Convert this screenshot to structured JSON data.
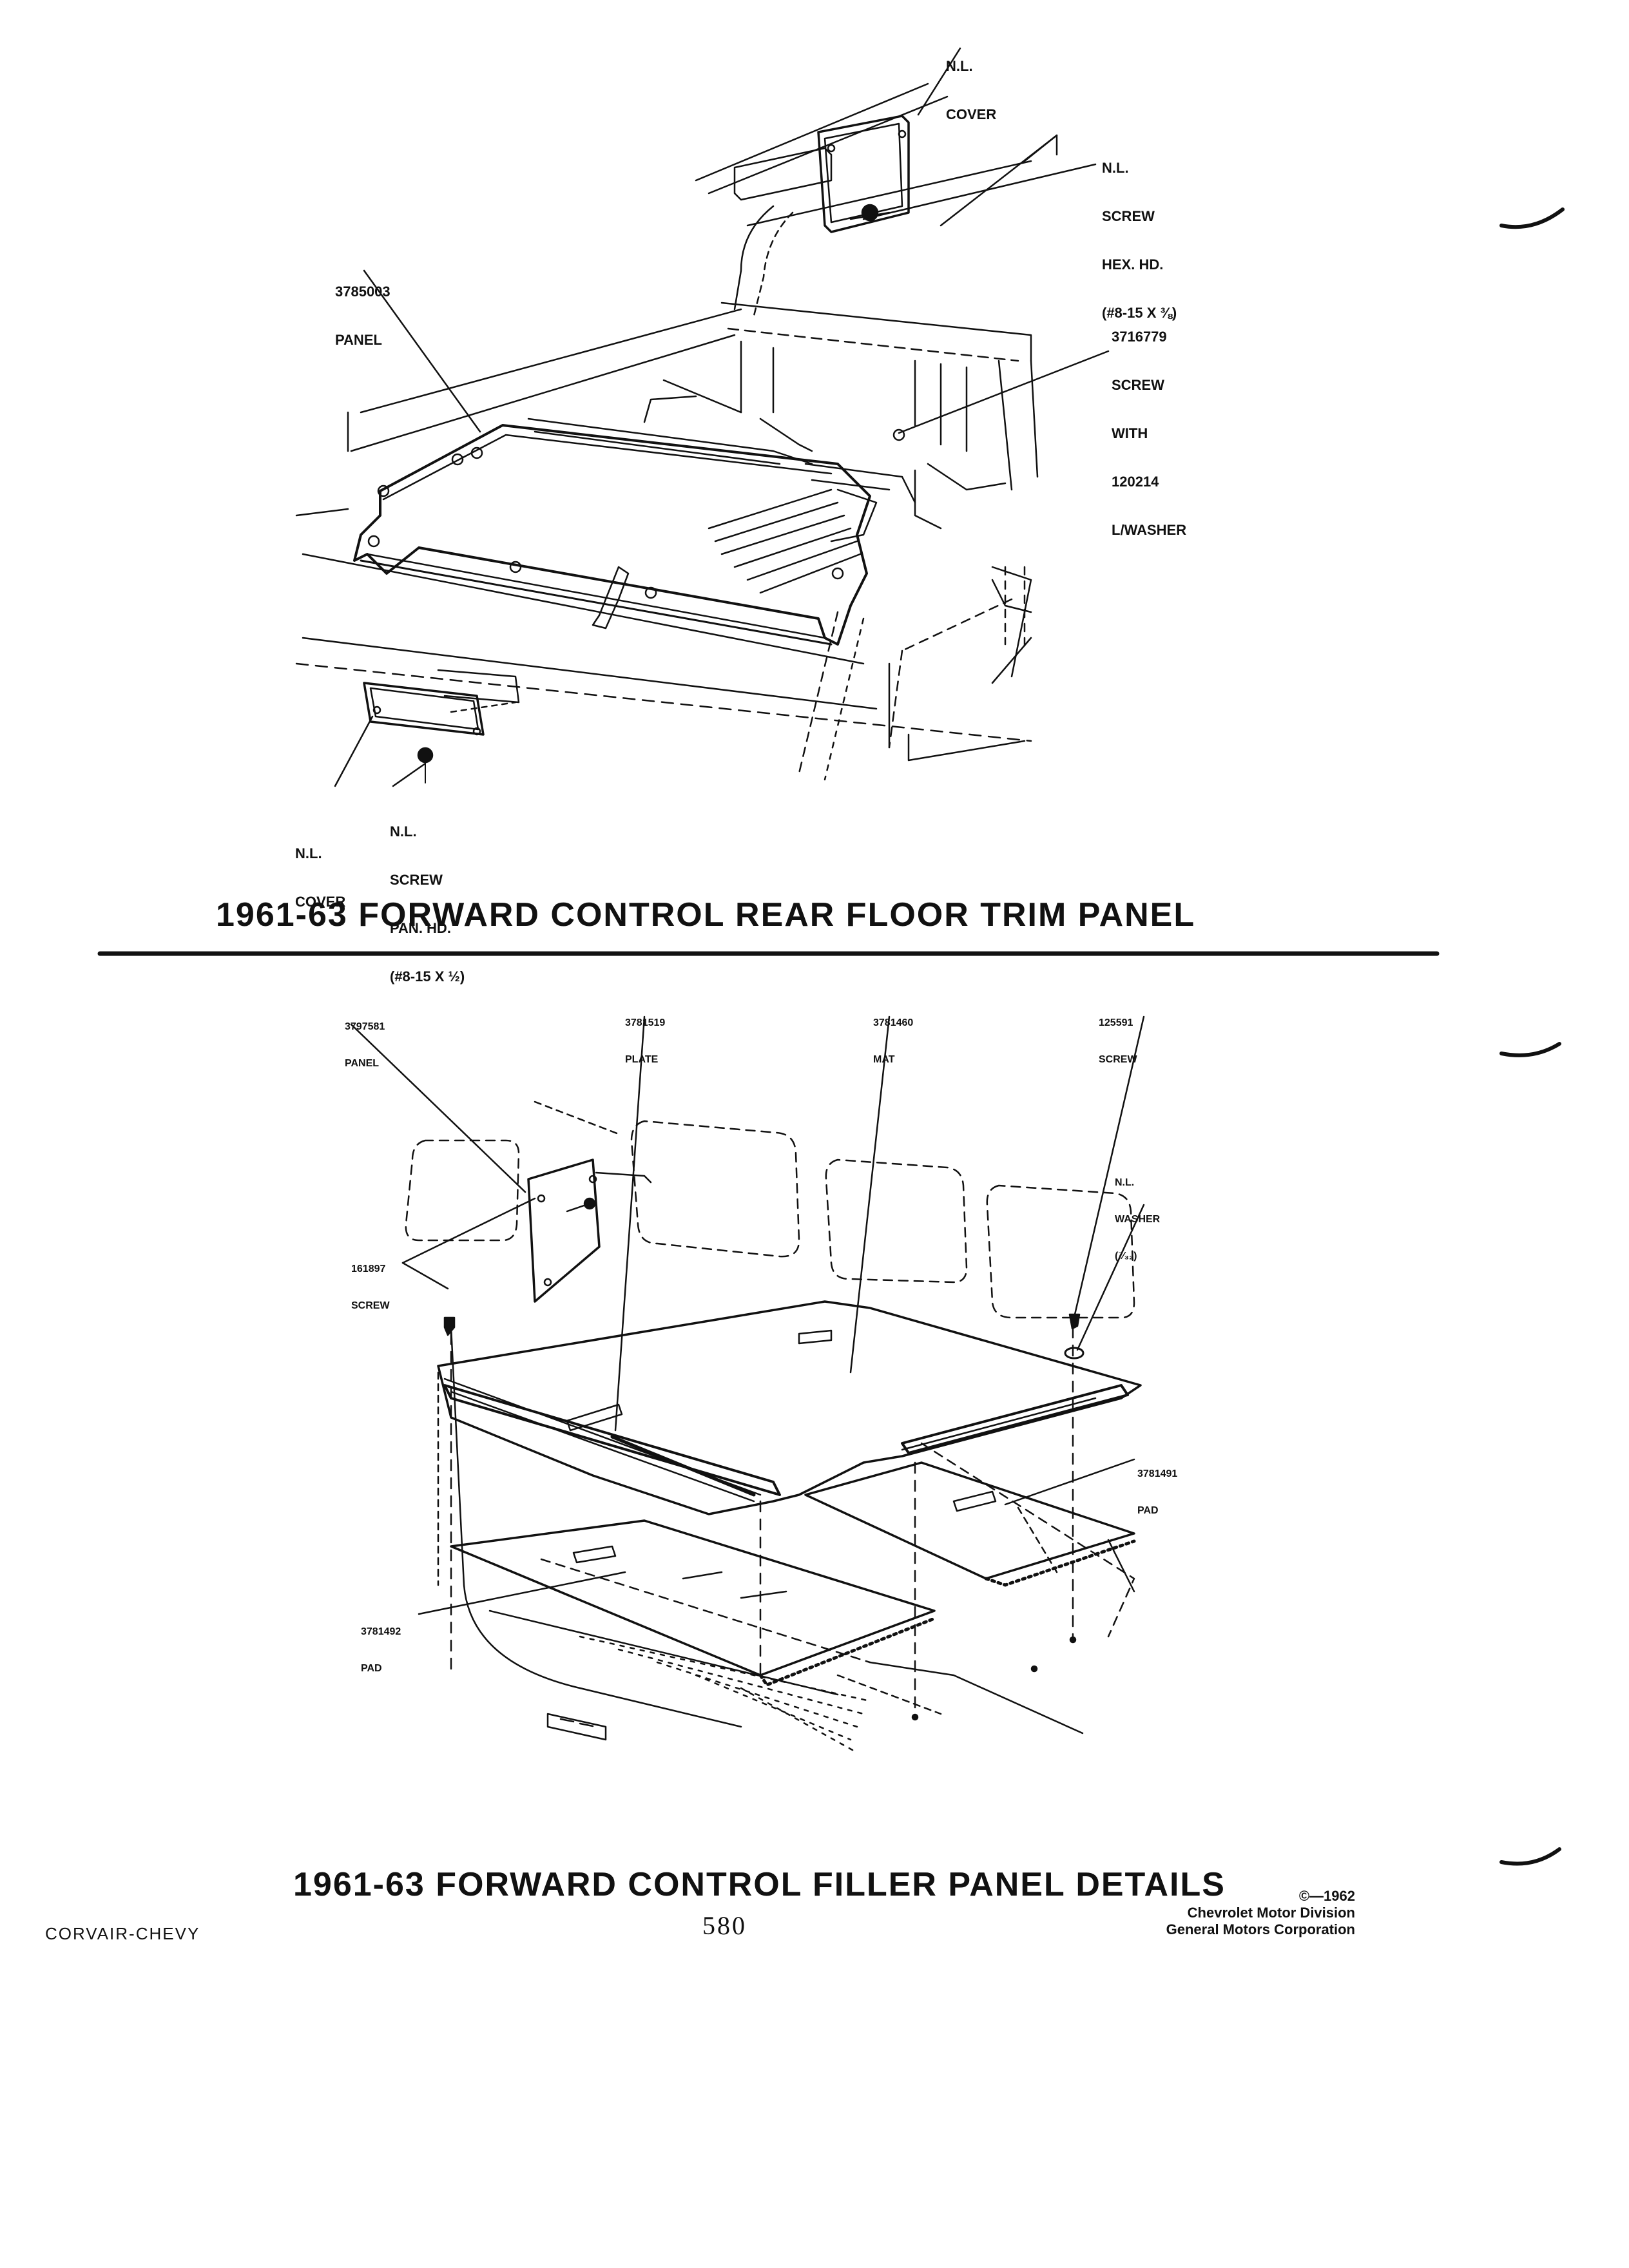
{
  "top_diagram": {
    "title": "1961-63 FORWARD CONTROL REAR FLOOR TRIM PANEL",
    "callouts": {
      "nl_cover_top": [
        "N.L.",
        "COVER"
      ],
      "nl_screw_hex": [
        "N.L.",
        "SCREW",
        "HEX. HD.",
        "(#8-15 x ⅜)"
      ],
      "panel_3785003": [
        "3785003",
        "PANEL"
      ],
      "screw_3716779": [
        "3716779",
        "SCREW",
        "WITH",
        "120214",
        "L/WASHER"
      ],
      "nl_cover_bottom": [
        "N.L.",
        "COVER"
      ],
      "nl_screw_pan": [
        "N.L.",
        "SCREW",
        "PAN. HD.",
        "(#8-15 x ½)"
      ]
    }
  },
  "bottom_diagram": {
    "title": "1961-63 FORWARD CONTROL FILLER PANEL DETAILS",
    "callouts": {
      "panel_3797581": [
        "3797581",
        "PANEL"
      ],
      "plate_3781519": [
        "3781519",
        "PLATE"
      ],
      "mat_3781460": [
        "3781460",
        "MAT"
      ],
      "screw_125591": [
        "125591",
        "SCREW"
      ],
      "nl_washer": [
        "N.L.",
        "WASHER",
        "(⁷⁄₃₂)"
      ],
      "screw_161897": [
        "161897",
        "SCREW"
      ],
      "pad_3781491": [
        "3781491",
        "PAD"
      ],
      "pad_3781492": [
        "3781492",
        "PAD"
      ]
    }
  },
  "footer": {
    "left": "CORVAIR-CHEVY",
    "page_number": "580",
    "copyright": "©—1962",
    "division": "Chevrolet Motor Division",
    "corporation": "General Motors Corporation"
  },
  "colors": {
    "ink": "#111111",
    "paper": "#ffffff"
  }
}
